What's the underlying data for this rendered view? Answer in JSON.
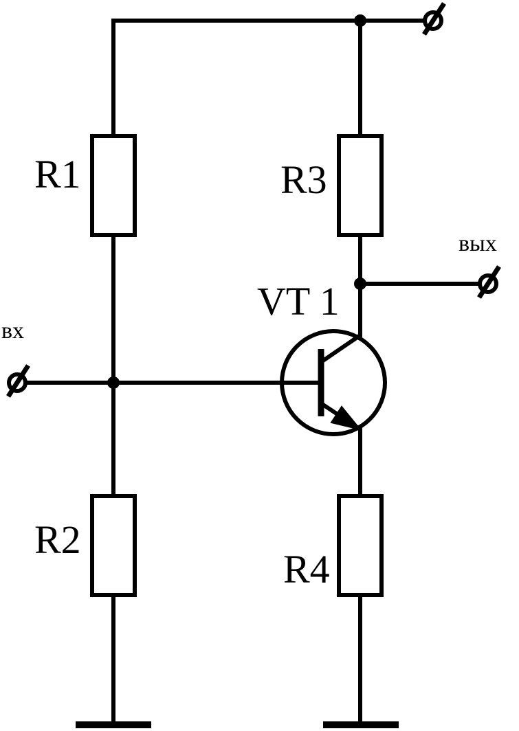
{
  "resistors": {
    "r1": "R1",
    "r2": "R2",
    "r3": "R3",
    "r4": "R4"
  },
  "transistor": {
    "label": "VT 1"
  },
  "terminals": {
    "input": "вх",
    "output": "вых"
  }
}
